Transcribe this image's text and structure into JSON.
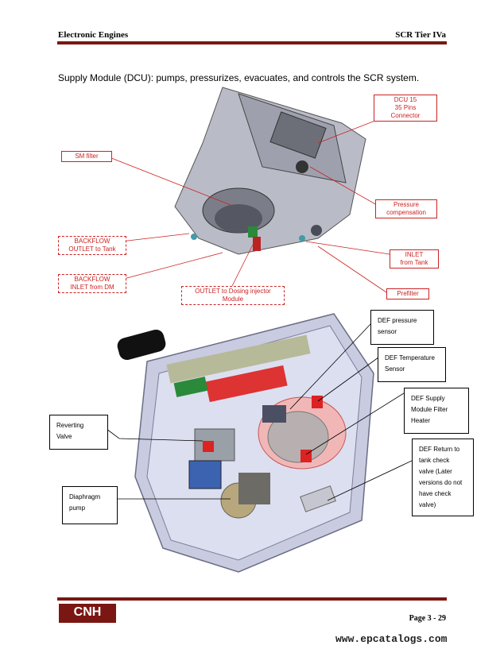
{
  "header": {
    "left": "Electronic Engines",
    "right": "SCR Tier IVa"
  },
  "intro": "Supply Module (DCU): pumps, pressurizes, evacuates, and controls the SCR system.",
  "top_labels": {
    "dcu": "DCU 15\n35 Pins\nConnector",
    "sm_filter": "SM filter",
    "pressure_comp": "Pressure\ncompensation",
    "backflow_outlet": "BACKFLOW\nOUTLET to Tank",
    "inlet_tank": "INLET\nfrom Tank",
    "backflow_inlet": "BACKFLOW\nINLET from DM",
    "outlet_dosing": "OUTLET to Dosing injector\nModule",
    "prefilter": "Prefilter"
  },
  "bottom_labels": {
    "def_pressure": "DEF pressure\nsensor",
    "def_temp": "DEF Temperature\nSensor",
    "def_supply": "DEF Supply\nModule Filter\nHeater",
    "reverting": "Reverting\nValve",
    "def_return": "DEF Return to\ntank check\nvalve (Later\nversions do not\nhave check\nvalve)",
    "diaphragm": "Diaphragm\npump"
  },
  "footer": {
    "logo": "CNH",
    "page": "Page 3 - 29",
    "url": "www.epcatalogs.com"
  }
}
